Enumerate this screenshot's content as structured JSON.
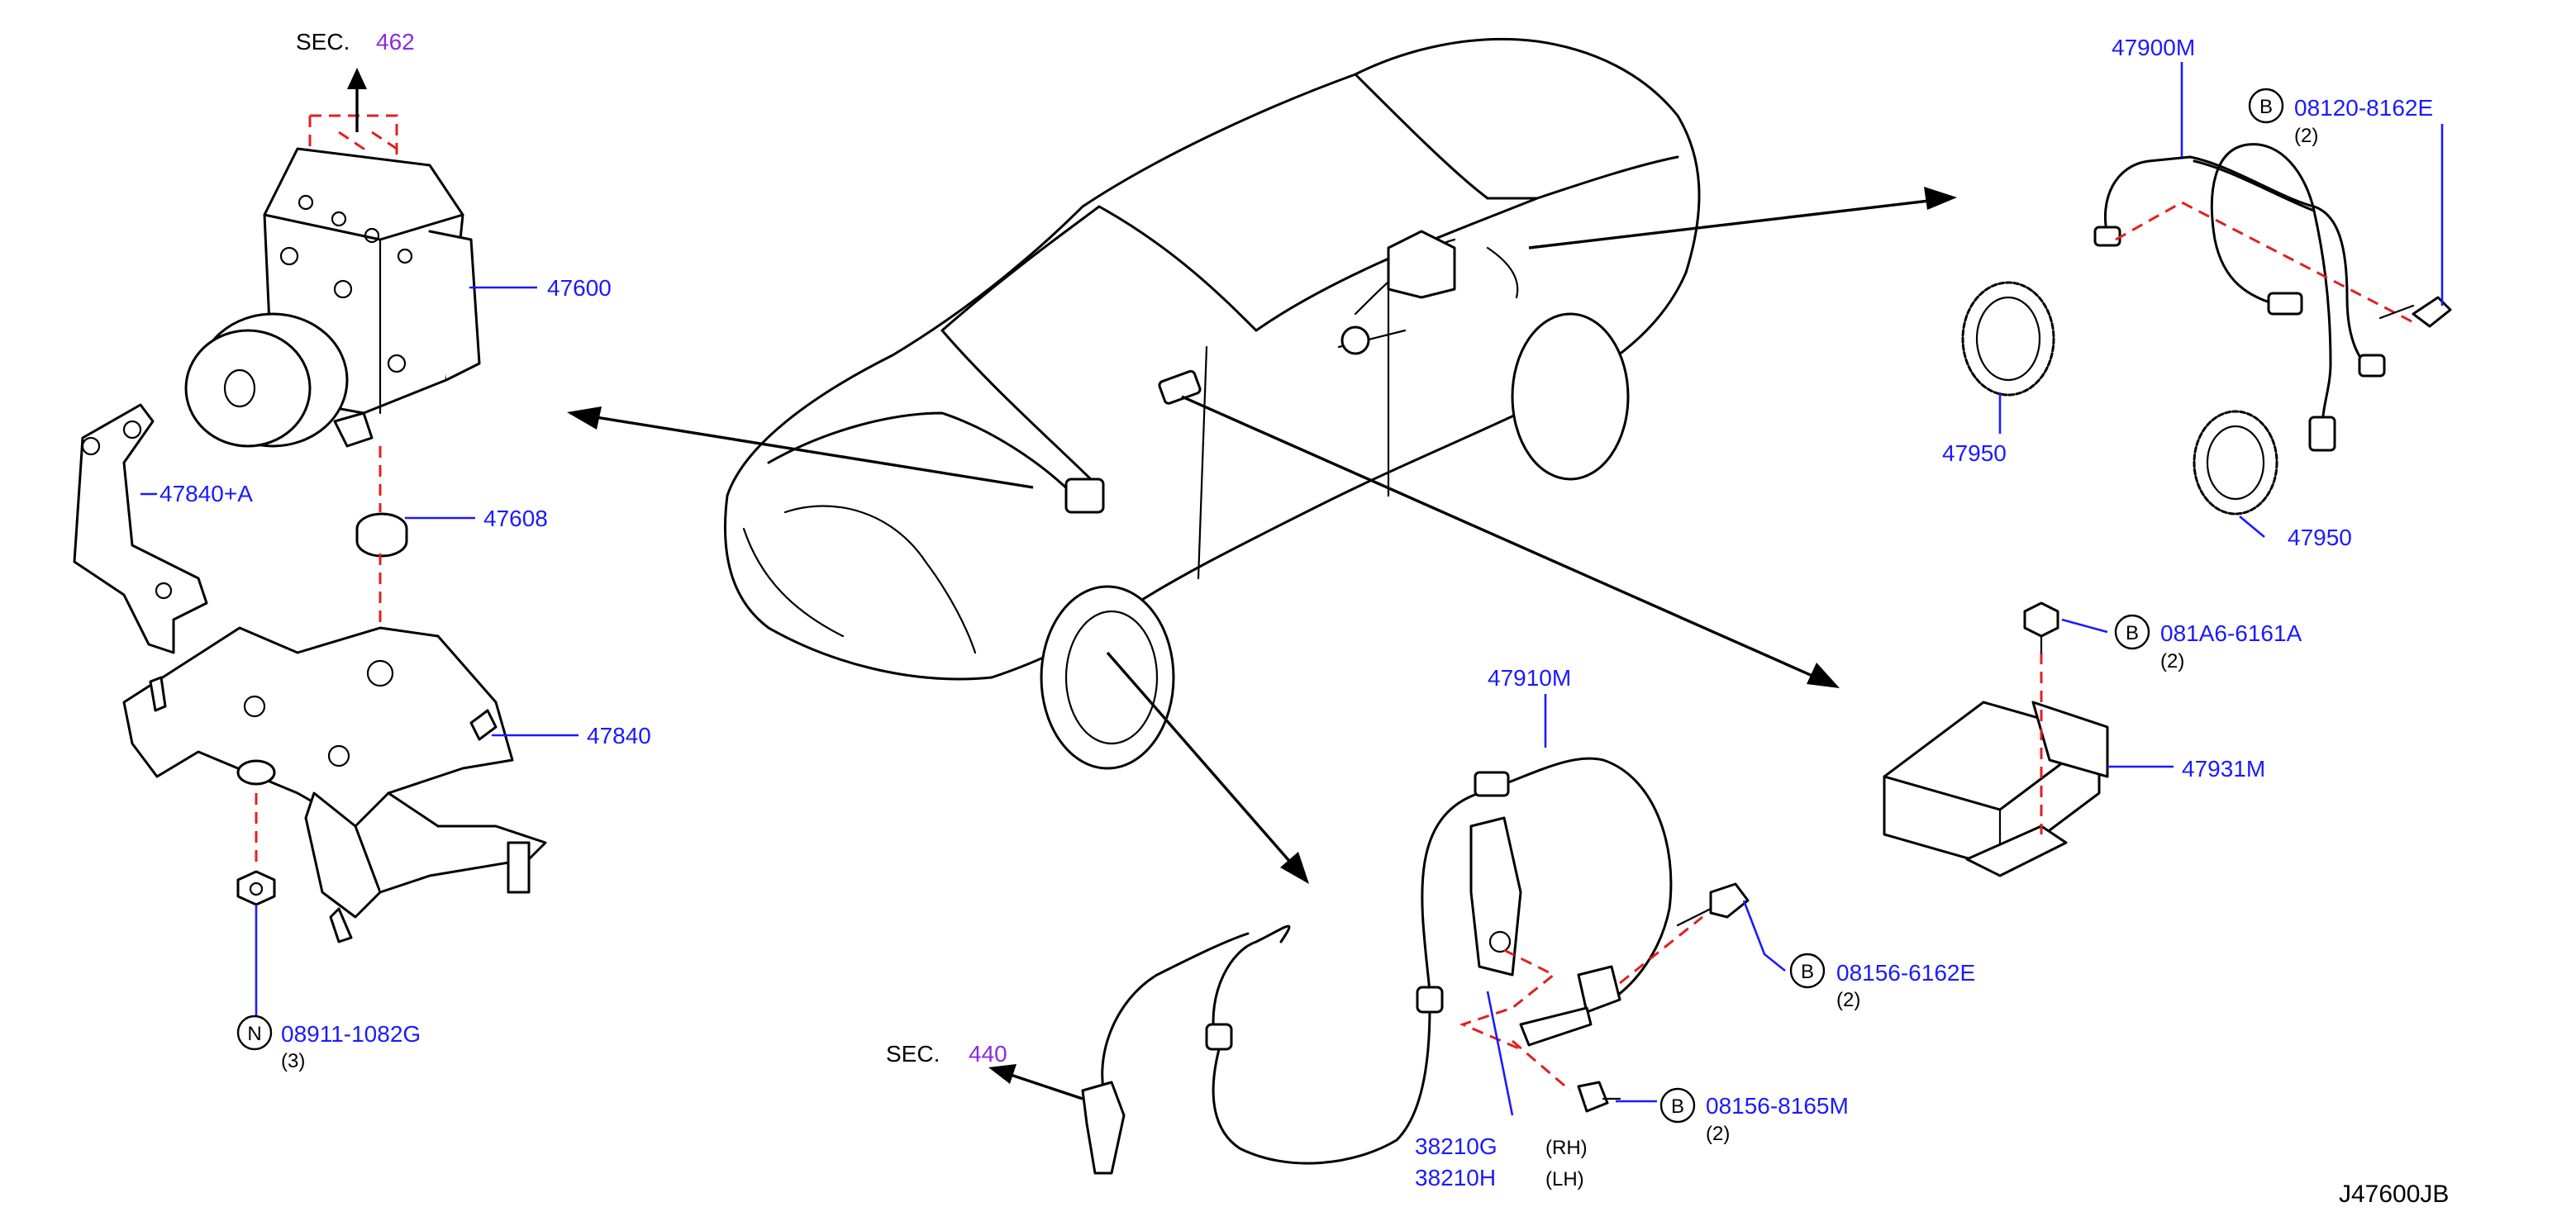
{
  "diagram_code": "J47600JB",
  "sec_462": {
    "prefix": "SEC.",
    "number": "462"
  },
  "sec_440": {
    "prefix": "SEC.",
    "number": "440"
  },
  "callouts": {
    "p47600": "47600",
    "p47840a": "47840+A",
    "p47608": "47608",
    "p47840": "47840",
    "p08911": "08911-1082G",
    "p08911_qty": "(3)",
    "p08911_badge": "N",
    "p47900m": "47900M",
    "p08120": "08120-8162E",
    "p08120_qty": "(2)",
    "p08120_badge": "B",
    "p47950_a": "47950",
    "p47950_b": "47950",
    "p081a6": "081A6-6161A",
    "p081a6_qty": "(2)",
    "p081a6_badge": "B",
    "p47931m": "47931M",
    "p47910m": "47910M",
    "p08156_e": "08156-6162E",
    "p08156_e_qty": "(2)",
    "p08156_e_badge": "B",
    "p08156_m": "08156-8165M",
    "p08156_m_qty": "(2)",
    "p08156_m_badge": "B",
    "p38210g": "38210G",
    "p38210g_side": "(RH)",
    "p38210h": "38210H",
    "p38210h_side": "(LH)"
  },
  "colors": {
    "part_number": "#1a1aff",
    "section_number": "#8b2be2",
    "dashed_guide": "#e02020",
    "linework": "#000000"
  }
}
